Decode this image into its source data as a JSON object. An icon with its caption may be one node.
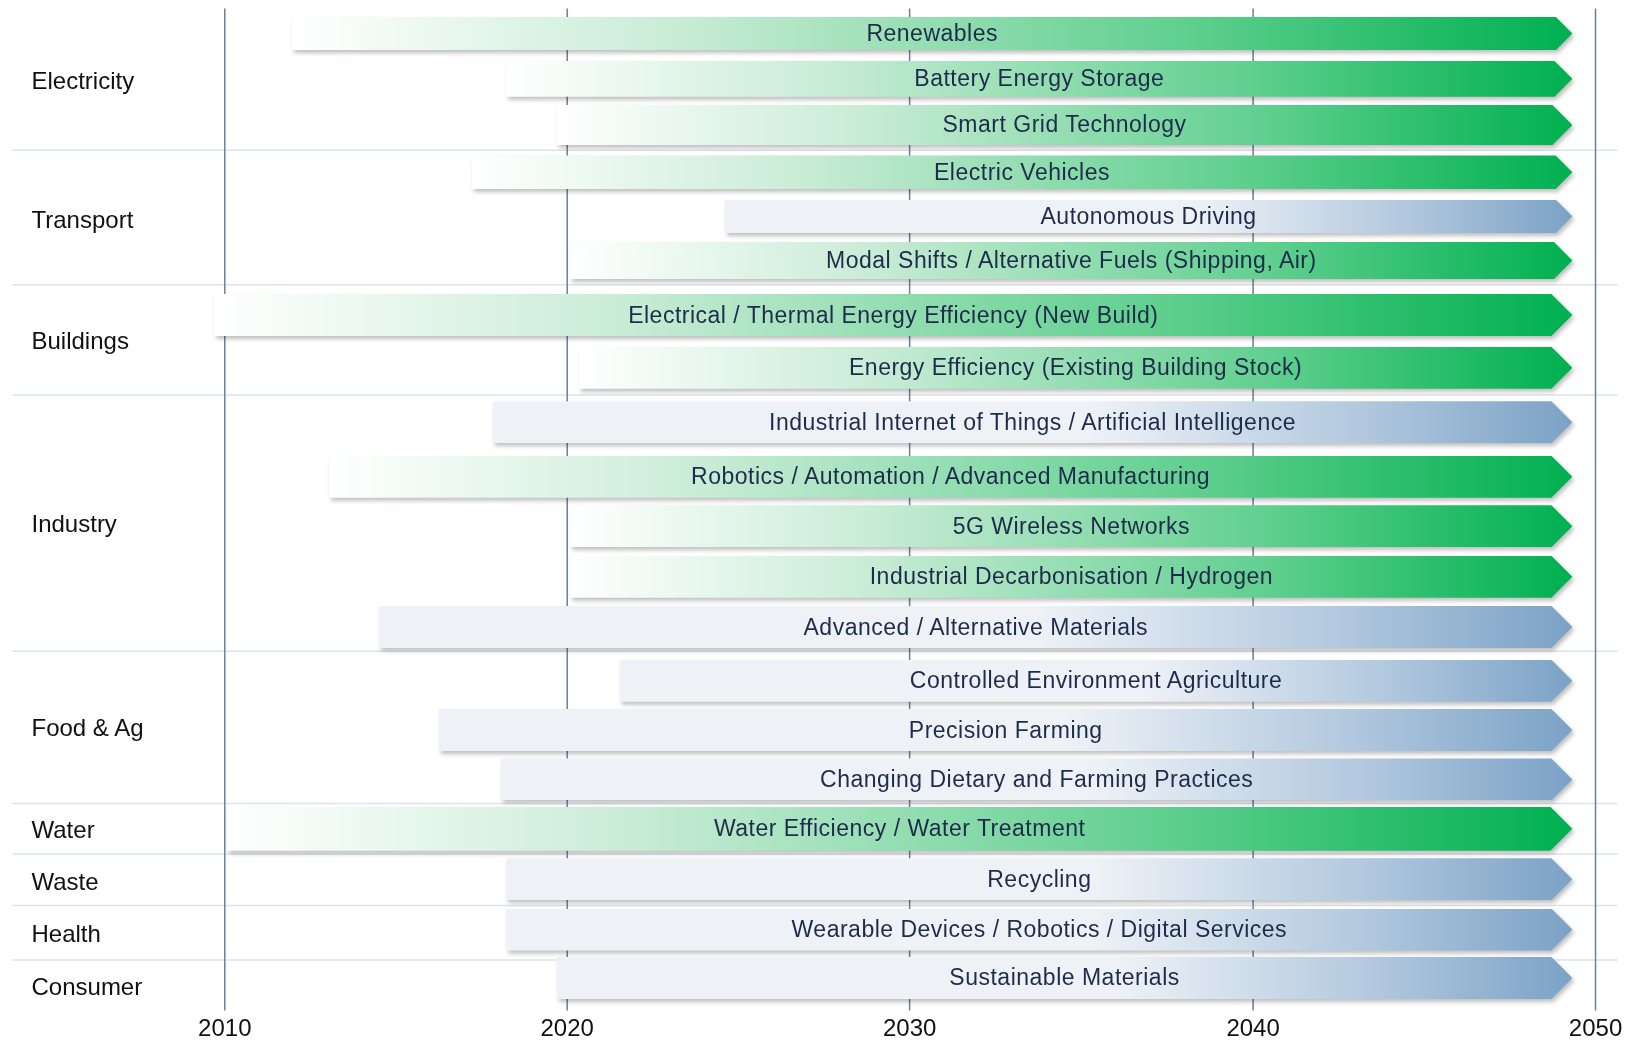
{
  "diagram": {
    "nodes": [
      {
        "text": [
          "Renewables"
        ]
      },
      {
        "text": [
          "Battery Energy Storage"
        ]
      },
      {
        "text": [
          "Smart Grid Technology"
        ]
      },
      {
        "text": [
          "Electric Vehicles"
        ]
      },
      {
        "text": [
          "Autonomous Driving"
        ]
      },
      {
        "text": [
          "Modal Shifts / Alternative Fuels (Shipping, Air)"
        ]
      },
      {
        "text": [
          "Electrical / Thermal Energy Efficiency (New Build)"
        ]
      },
      {
        "text": [
          "Energy Efficiency (Existing Building Stock)"
        ]
      },
      {
        "text": [
          "Industrial Internet of Things / Artificial Intelligence"
        ]
      },
      {
        "text": [
          "Robotics / Automation / Advanced Manufacturing"
        ]
      },
      {
        "text": [
          "5G Wireless Networks"
        ]
      },
      {
        "text": [
          "Industrial Decarbonisation / Hydrogen"
        ]
      },
      {
        "text": [
          "Advanced / Alternative Materials"
        ]
      },
      {
        "text": [
          "Controlled Environment Agriculture"
        ]
      },
      {
        "text": [
          "Precision Farming"
        ]
      },
      {
        "text": [
          "Changing Dietary and Farming Practices"
        ]
      },
      {
        "text": [
          "Water Efficiency / Water Treatment"
        ]
      },
      {
        "text": [
          "Recycling"
        ]
      },
      {
        "text": [
          "Wearable Devices / Robotics / Digital Services"
        ]
      },
      {
        "text": [
          "Sustainable Materials"
        ]
      }
    ],
    "labels": [
      "Electricity",
      "Transport",
      "Buildings",
      "Industry",
      "Food & Ag",
      "Water",
      "Waste",
      "Health",
      "Consumer",
      "2010",
      "2020",
      "2030",
      "2040",
      "2050"
    ]
  }
}
